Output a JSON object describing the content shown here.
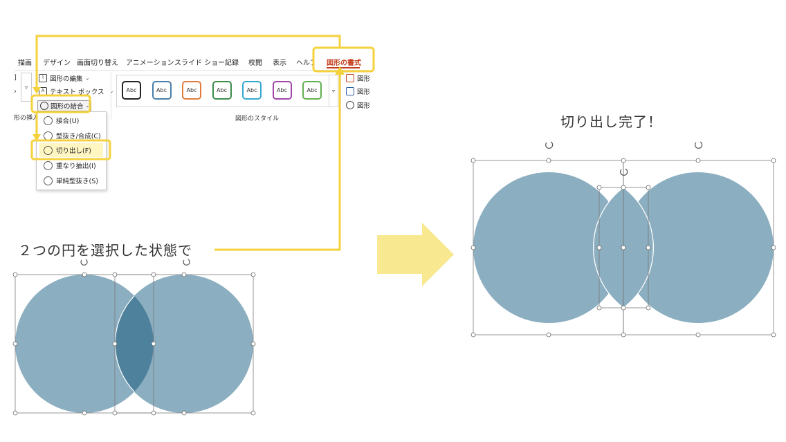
{
  "ribbon": {
    "tabs": [
      "描画",
      "デザイン",
      "画面切り替え",
      "アニメーション",
      "スライド ショー",
      "記録",
      "校閲",
      "表示",
      "ヘルプ"
    ],
    "active_tab": "図形の書式",
    "commands": {
      "edit_shape": "図形の編集",
      "text_box": "テキスト ボックス",
      "merge_shapes": "図形の結合"
    },
    "style_gallery": {
      "sample_label": "Abc",
      "border_colors": [
        "#222222",
        "#4a7ea8",
        "#e07b3c",
        "#3c8c4a",
        "#37a6d1",
        "#a046a8",
        "#60b050"
      ]
    },
    "right_commands": [
      "図形",
      "図形",
      "図形"
    ],
    "group_labels": {
      "insert_shapes_partial": "形の挿入",
      "shape_styles": "図形のスタイル"
    }
  },
  "merge_menu": {
    "items": [
      {
        "label": "接合(U)",
        "selected": false
      },
      {
        "label": "型抜き/合成(C)",
        "selected": false
      },
      {
        "label": "切り出し(F)",
        "selected": true
      },
      {
        "label": "重なり抽出(I)",
        "selected": false
      },
      {
        "label": "単純型抜き(S)",
        "selected": false
      }
    ]
  },
  "captions": {
    "before": "２つの円を選択した状態で",
    "after": "切り出し完了！"
  },
  "colors": {
    "highlight": "#f5d23c",
    "circle_fill": "#8baec0",
    "overlap_fill": "#4e819c",
    "arrow": "#f8e991"
  }
}
